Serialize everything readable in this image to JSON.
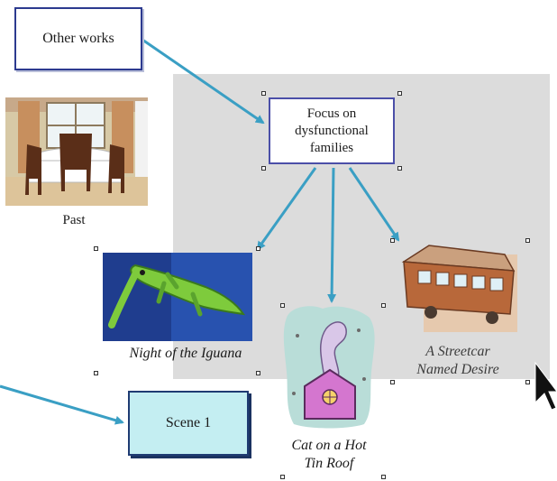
{
  "nodes": {
    "other_works": "Other works",
    "focus": [
      "Focus on",
      "dysfunctional",
      "families"
    ],
    "scene": "Scene 1"
  },
  "labels": {
    "past": "Past",
    "iguana": "Night of the Iguana",
    "streetcar": [
      "A Streetcar",
      "Named Desire"
    ],
    "cat": [
      "Cat on a Hot",
      "Tin Roof"
    ]
  },
  "colors": {
    "arrow": "#3a9fc4",
    "selection_bg": "#dcdcdc",
    "scene_fill": "#c4eef2"
  },
  "icons": [
    "dining-room-clipart",
    "iguana-clipart",
    "cat-clipart",
    "streetcar-clipart",
    "mouse-cursor-icon"
  ]
}
